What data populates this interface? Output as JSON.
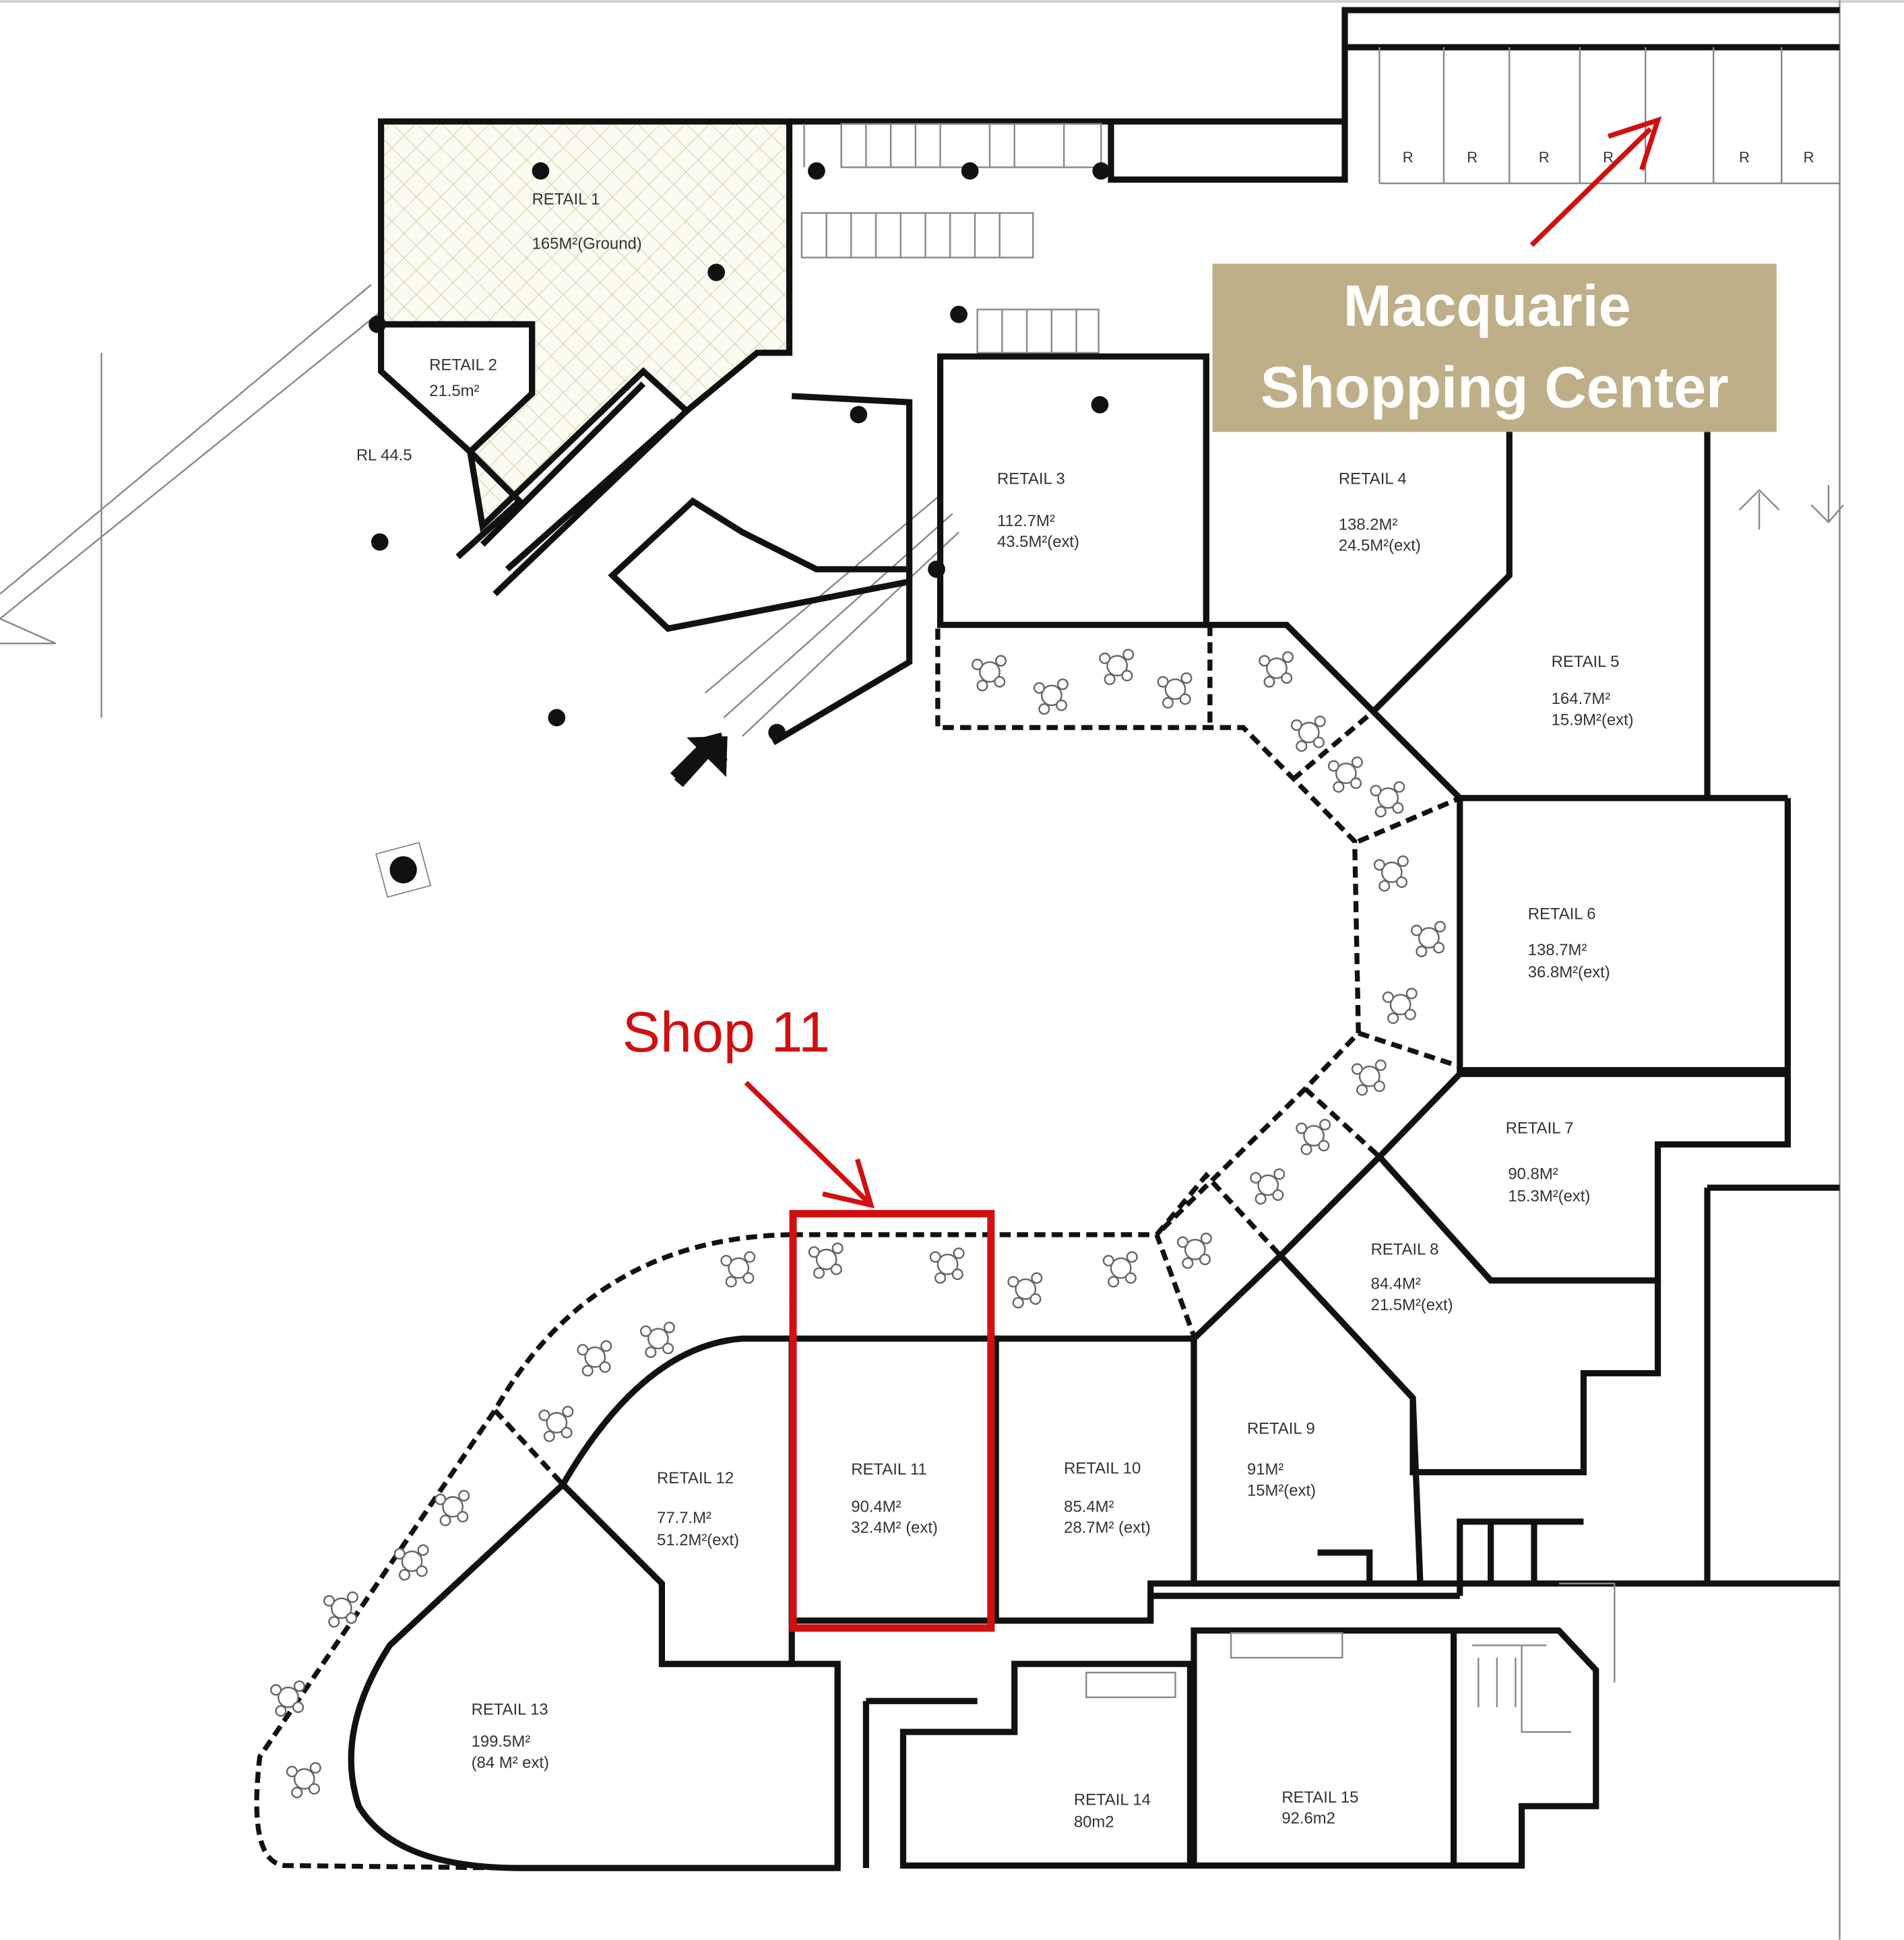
{
  "title": {
    "line1": "Macquarie",
    "line2": "Shopping Center",
    "bg_color": "#bfaf88"
  },
  "annotation": {
    "label": "Shop 11",
    "color": "#d01010"
  },
  "level_marker": "RL 44.5",
  "reserved_labels": [
    "R",
    "R",
    "R",
    "R",
    "R",
    "R"
  ],
  "units": [
    {
      "name": "RETAIL 1",
      "area": "165M²(Ground)",
      "ext": ""
    },
    {
      "name": "RETAIL 2",
      "area": "21.5m²",
      "ext": ""
    },
    {
      "name": "RETAIL 3",
      "area": "112.7M²",
      "ext": "43.5M²(ext)"
    },
    {
      "name": "RETAIL 4",
      "area": "138.2M²",
      "ext": "24.5M²(ext)"
    },
    {
      "name": "RETAIL 5",
      "area": "164.7M²",
      "ext": "15.9M²(ext)"
    },
    {
      "name": "RETAIL 6",
      "area": "138.7M²",
      "ext": "36.8M²(ext)"
    },
    {
      "name": "RETAIL 7",
      "area": "90.8M²",
      "ext": "15.3M²(ext)"
    },
    {
      "name": "RETAIL 8",
      "area": "84.4M²",
      "ext": "21.5M²(ext)"
    },
    {
      "name": "RETAIL 9",
      "area": "91M²",
      "ext": "15M²(ext)"
    },
    {
      "name": "RETAIL 10",
      "area": "85.4M²",
      "ext": "28.7M² (ext)"
    },
    {
      "name": "RETAIL 11",
      "area": "90.4M²",
      "ext": "32.4M² (ext)"
    },
    {
      "name": "RETAIL 12",
      "area": "77.7.M²",
      "ext": "51.2M²(ext)"
    },
    {
      "name": "RETAIL 13",
      "area": "199.5M²",
      "ext": "(84 M² ext)"
    },
    {
      "name": "RETAIL 14",
      "area": "80m2",
      "ext": ""
    },
    {
      "name": "RETAIL 15",
      "area": "92.6m2",
      "ext": ""
    }
  ]
}
